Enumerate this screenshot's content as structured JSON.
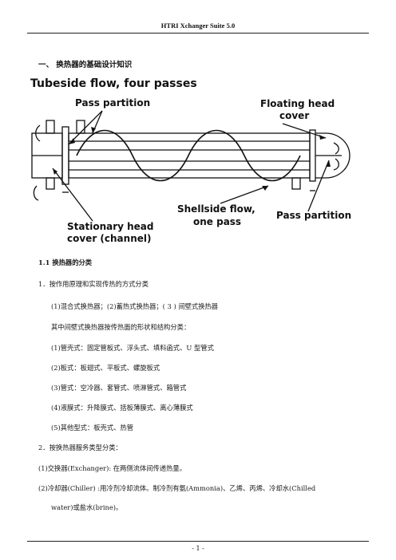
{
  "header": {
    "title": "HTRI Xchanger Suite 5.0"
  },
  "section": {
    "title": "一、  换热器的基础设计知识"
  },
  "figure": {
    "title": "Tubeside flow, four passes",
    "pass_partition_left": "Pass partition",
    "floating_head_1": "Floating head",
    "floating_head_2": "cover",
    "shellside_1": "Shellside flow,",
    "shellside_2": "one pass",
    "pass_partition_right": "Pass partition",
    "stationary_1": "Stationary head",
    "stationary_2": "cover (channel)"
  },
  "body": {
    "subtitle": "1.1  换热器的分类",
    "l1": "1．按作用原理和实现传热的方式分类",
    "l2": "(1)混合式换热器；(2)蓄热式换热器；( 3 ) 间壁式换热器",
    "l3": "其中间壁式换热器按传热面的形状和结构分类：",
    "l4": "(1)管壳式：固定管板式、浮头式、填料函式、U 型管式",
    "l5": "(2)板式：板翅式、平板式、螺旋板式",
    "l6": "(3)管式：空冷器、套管式、喷淋管式、箱管式",
    "l7": "(4)液膜式：升降膜式、括板薄膜式、离心薄膜式",
    "l8": "(5)其他型式：板壳式、热管",
    "l9": "2．按换热器服务类型分类：",
    "l10": "(1)交换器(Exchanger):    在两侧流体间传递热量。",
    "l11": "(2)冷却器(Chiller) :用冷剂冷却流体。制冷剂有氨(Ammonia)、乙烯、丙烯、冷却水(Chilled",
    "l12": "water)或盐水(brine)。"
  },
  "footer": {
    "page": "- 1 -"
  }
}
